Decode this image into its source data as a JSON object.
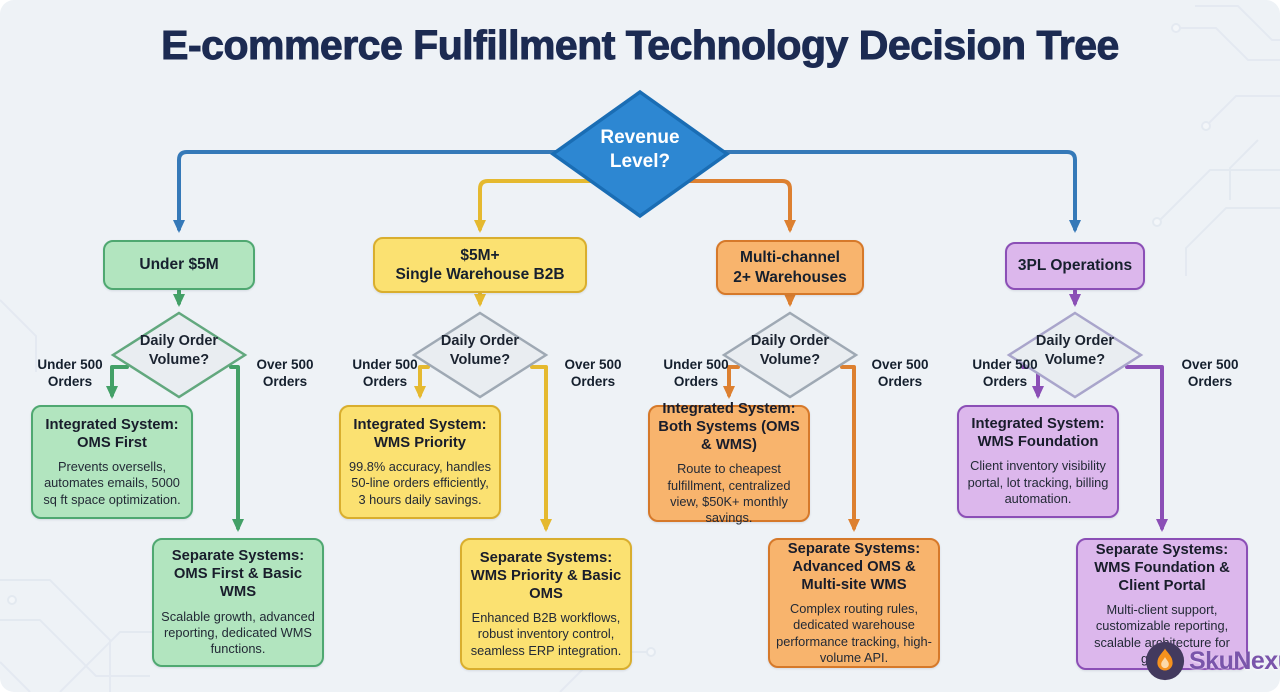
{
  "title": "E-commerce Fulfillment Technology Decision Tree",
  "root_diamond": {
    "label": "Revenue Level?"
  },
  "decision_diamond_label": "Daily Order Volume?",
  "branch_labels": {
    "under": "Under 500 Orders",
    "over": "Over 500 Orders"
  },
  "branches": [
    {
      "name": "under-5m",
      "label": "Under $5M",
      "integrated": {
        "title": "Integrated System: OMS First",
        "body": "Prevents oversells, automates emails, 5000 sq ft space optimization."
      },
      "separate": {
        "title": "Separate Systems: OMS First & Basic WMS",
        "body": "Scalable growth, advanced reporting, dedicated WMS functions."
      },
      "accent": "#4fa871"
    },
    {
      "name": "5m-plus-single-warehouse-b2b",
      "label": "$5M+\nSingle Warehouse B2B",
      "integrated": {
        "title": "Integrated System: WMS Priority",
        "body": "99.8% accuracy, handles 50-line orders efficiently, 3 hours daily savings."
      },
      "separate": {
        "title": "Separate Systems: WMS Priority & Basic OMS",
        "body": "Enhanced B2B workflows, robust inventory control, seamless ERP integration."
      },
      "accent": "#d9ae2e"
    },
    {
      "name": "multi-channel-2plus-warehouses",
      "label": "Multi-channel\n2+ Warehouses",
      "integrated": {
        "title": "Integrated System: Both Systems (OMS & WMS)",
        "body": "Route to cheapest fulfillment, centralized view, $50K+ monthly savings."
      },
      "separate": {
        "title": "Separate Systems: Advanced OMS & Multi-site WMS",
        "body": "Complex routing rules, dedicated warehouse performance tracking, high-volume API."
      },
      "accent": "#d6792a"
    },
    {
      "name": "3pl-operations",
      "label": "3PL Operations",
      "integrated": {
        "title": "Integrated System: WMS Foundation",
        "body": "Client inventory visibility portal, lot tracking, billing automation."
      },
      "separate": {
        "title": "Separate Systems: WMS Foundation & Client Portal",
        "body": "Multi-client support, customizable reporting, scalable architecture for growth."
      },
      "accent": "#8b4fb6"
    }
  ],
  "logo": {
    "text": "SkuNexus"
  },
  "colors": {
    "background": "#eef2f6",
    "title": "#1c2b52",
    "root_fill": "#2d87d2",
    "root_border": "#1a6db4",
    "blue_line": "#3579b8",
    "green": "#43a067",
    "yellow": "#e5b92f",
    "orange": "#dd8030",
    "purple": "#8b4fb6",
    "decision_fill": "#e9edf1"
  }
}
